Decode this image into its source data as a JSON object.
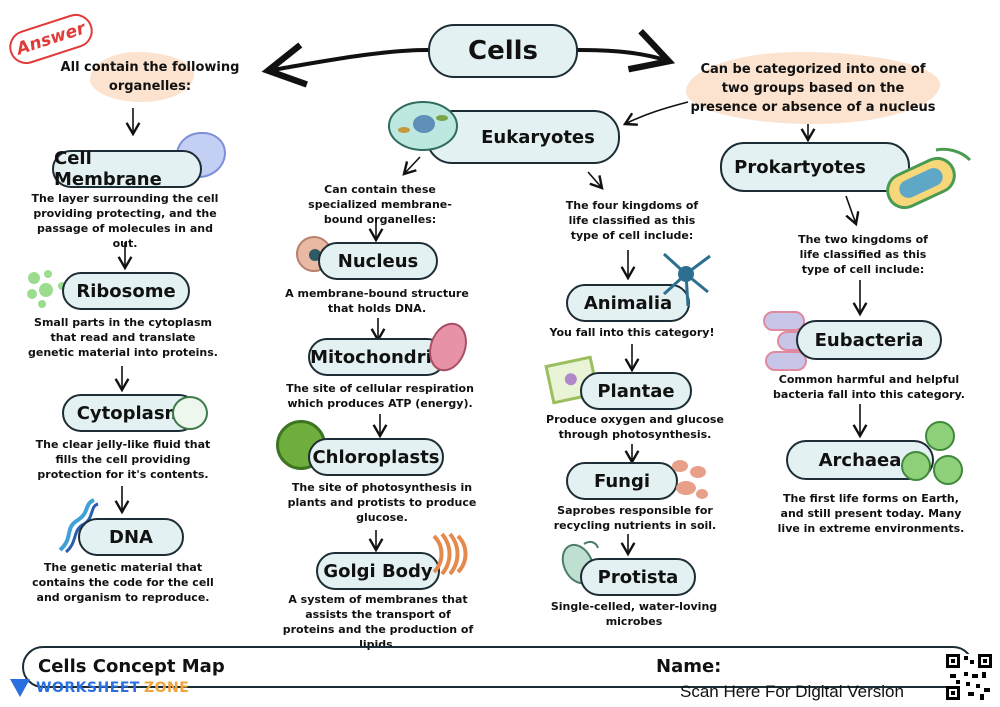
{
  "badge": "Answer",
  "title": "Cells",
  "left_note": "All contain the following organelles:",
  "right_note": "Can be categorized into one of two groups based on the presence or absence of a nucleus",
  "organelles": [
    {
      "name": "Cell Membrane",
      "desc": "The layer surrounding the cell providing protecting, and the passage of molecules in and out."
    },
    {
      "name": "Ribosome",
      "desc": "Small parts in the cytoplasm that read and translate genetic material into proteins."
    },
    {
      "name": "Cytoplasm",
      "desc": "The clear jelly-like fluid that fills the cell providing protection for it's contents."
    },
    {
      "name": "DNA",
      "desc": "The genetic material that contains the code for the cell and organism to reproduce."
    }
  ],
  "eukaryotes": {
    "name": "Eukaryotes",
    "note_left": "Can contain these specialized membrane-bound organelles:",
    "note_right": "The four kingdoms of life classified as this type of cell include:",
    "specialized": [
      {
        "name": "Nucleus",
        "desc": "A membrane-bound structure that holds DNA."
      },
      {
        "name": "Mitochondria",
        "desc": "The site of cellular respiration which produces ATP (energy)."
      },
      {
        "name": "Chloroplasts",
        "desc": "The site of photosynthesis in plants and protists to produce glucose."
      },
      {
        "name": "Golgi Body",
        "desc": "A system of membranes that assists the transport of proteins and the production of lipids."
      }
    ],
    "kingdoms": [
      {
        "name": "Animalia",
        "desc": "You fall into this category!"
      },
      {
        "name": "Plantae",
        "desc": "Produce oxygen and glucose through photosynthesis."
      },
      {
        "name": "Fungi",
        "desc": "Saprobes responsible for recycling nutrients in soil."
      },
      {
        "name": "Protista",
        "desc": "Single-celled, water-loving microbes"
      }
    ]
  },
  "prokaryotes": {
    "name": "Prokartyotes",
    "note": "The two kingdoms of life classified as this type of cell include:",
    "kingdoms": [
      {
        "name": "Eubacteria",
        "desc": "Common harmful and helpful bacteria fall into this category."
      },
      {
        "name": "Archaea",
        "desc": "The first life forms on Earth, and still present today. Many live in extreme environments."
      }
    ]
  },
  "footer": {
    "title": "Cells Concept Map",
    "name_label": "Name:",
    "brand_prefix": "WORKSHEET",
    "brand_suffix": "ZONE",
    "scan_text": "Scan Here For Digital Version"
  }
}
